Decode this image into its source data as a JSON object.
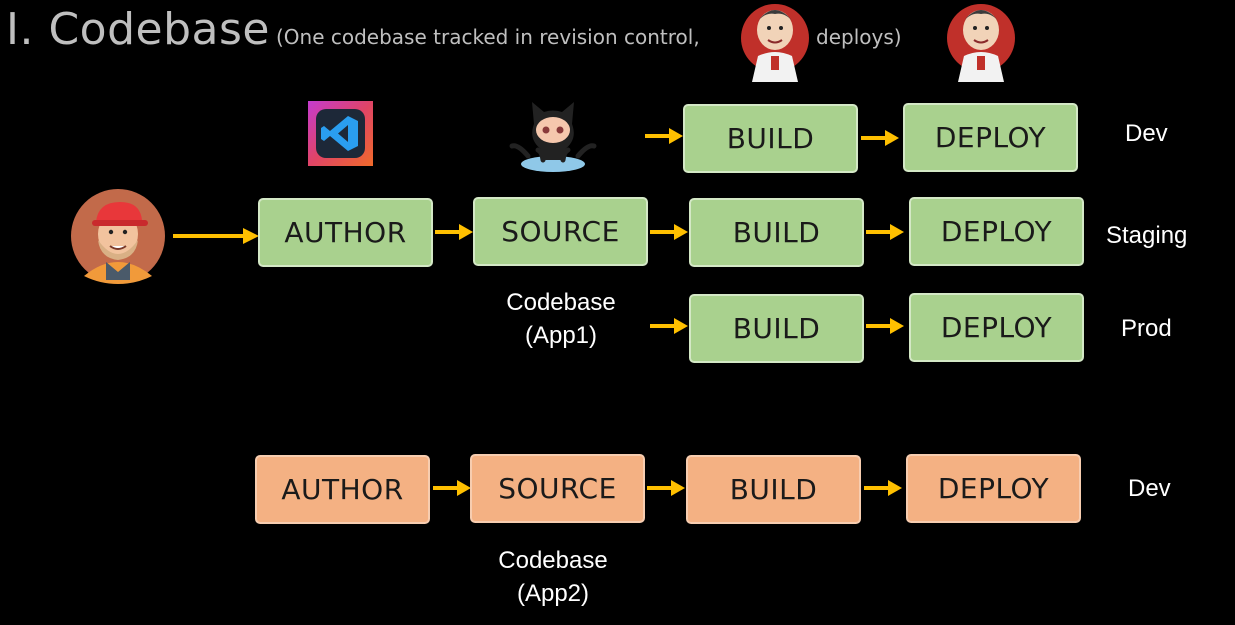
{
  "title": {
    "main": "I. Codebase",
    "subtitle_left": "(One codebase tracked in revision control,",
    "subtitle_right": "deploys)"
  },
  "rows": {
    "dev": {
      "build": "BUILD",
      "deploy": "DEPLOY",
      "env": "Dev"
    },
    "staging": {
      "author": "AUTHOR",
      "source": "SOURCE",
      "build": "BUILD",
      "deploy": "DEPLOY",
      "env": "Staging"
    },
    "prod": {
      "build": "BUILD",
      "deploy": "DEPLOY",
      "env": "Prod"
    },
    "app2": {
      "author": "AUTHOR",
      "source": "SOURCE",
      "build": "BUILD",
      "deploy": "DEPLOY",
      "env": "Dev"
    }
  },
  "captions": {
    "app1": {
      "line1": "Codebase",
      "line2": "(App1)"
    },
    "app2": {
      "line1": "Codebase",
      "line2": "(App2)"
    }
  },
  "colors": {
    "background": "#000000",
    "green_box": "#a9d18e",
    "orange_box": "#f4b183",
    "arrow": "#ffc000"
  },
  "icons": [
    "developer-avatar-icon",
    "vscode-icon",
    "github-octocat-icon",
    "jenkins-icon"
  ]
}
